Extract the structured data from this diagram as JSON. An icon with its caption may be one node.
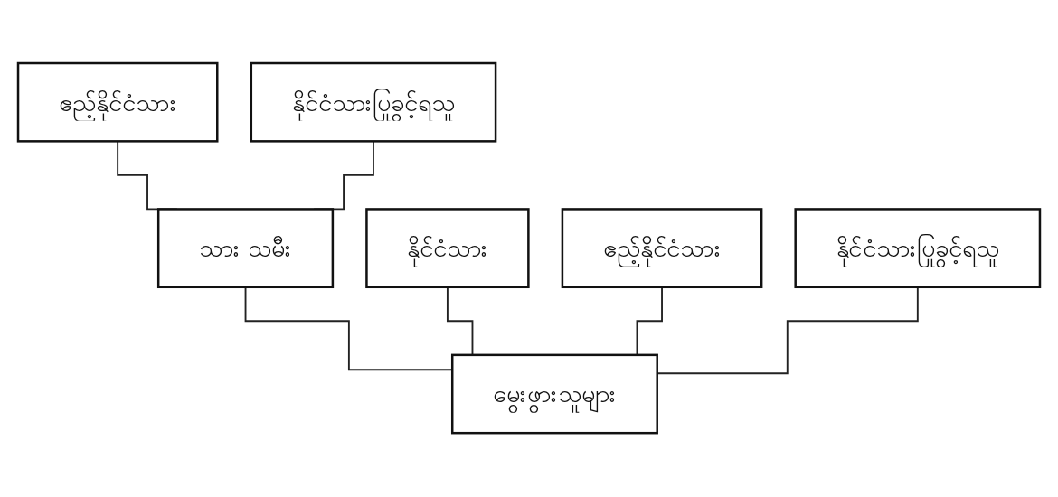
{
  "diagram": {
    "nodes": [
      {
        "text": [
          "ဧည့်နိုင်ငံသား"
        ]
      },
      {
        "text": [
          "နိုင်ငံသားပြုခွင့်ရသူ"
        ]
      },
      {
        "text": [
          "သား  သမီး"
        ]
      },
      {
        "text": [
          "နိုင်ငံသား"
        ]
      },
      {
        "text": [
          "ဧည့်နိုင်ငံသား"
        ]
      },
      {
        "text": [
          "နိုင်ငံသားပြုခွင့်ရသူ"
        ]
      },
      {
        "text": [
          "မွေးဖွားသူများ"
        ]
      }
    ],
    "edges": [
      {
        "from": 0,
        "to": 2,
        "arrow": "none"
      },
      {
        "from": 1,
        "to": 2,
        "arrow": "none"
      },
      {
        "from": 2,
        "to": 6,
        "arrow": "none"
      },
      {
        "from": 3,
        "to": 6,
        "arrow": "none"
      },
      {
        "from": 4,
        "to": 6,
        "arrow": "none"
      },
      {
        "from": 5,
        "to": 6,
        "arrow": "none"
      }
    ]
  }
}
